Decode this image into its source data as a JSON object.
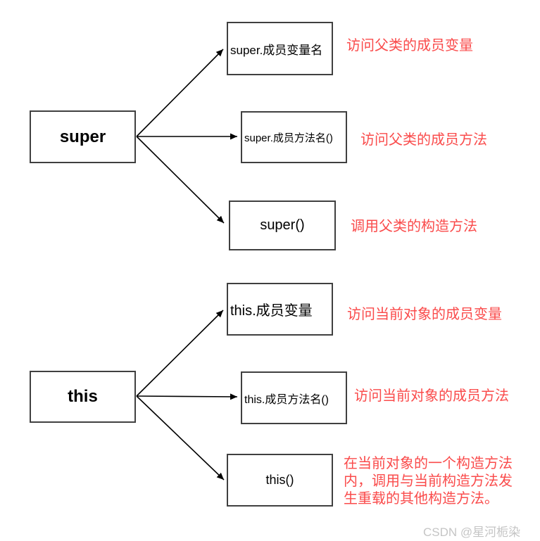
{
  "colors": {
    "background": "#ffffff",
    "box_border": "#404040",
    "box_text": "#000000",
    "annotation_red": "#fa4b4b",
    "arrow_black": "#000000",
    "watermark_gray": "#c5c5c5"
  },
  "watermark": {
    "text": "CSDN @星河栀染"
  },
  "diagram": {
    "groups": [
      {
        "keyword": "super",
        "branches": [
          {
            "box_label": "super.成员变量名",
            "annotation": "访问父类的成员变量"
          },
          {
            "box_label": "super.成员方法名()",
            "annotation": "访问父类的成员方法"
          },
          {
            "box_label": "super()",
            "annotation": "调用父类的构造方法"
          }
        ]
      },
      {
        "keyword": "this",
        "branches": [
          {
            "box_label": "this.成员变量",
            "annotation": "访问当前对象的成员变量"
          },
          {
            "box_label": "this.成员方法名()",
            "annotation": "访问当前对象的成员方法"
          },
          {
            "box_label": "this()",
            "annotation": "在当前对象的一个构造方法内，调用与当前构造方法发生重载的其他构造方法。",
            "annotation_lines": [
              "在当前对象的一个构造方法",
              "内，调用与当前构造方法发",
              "生重载的其他构造方法。"
            ]
          }
        ]
      }
    ]
  }
}
